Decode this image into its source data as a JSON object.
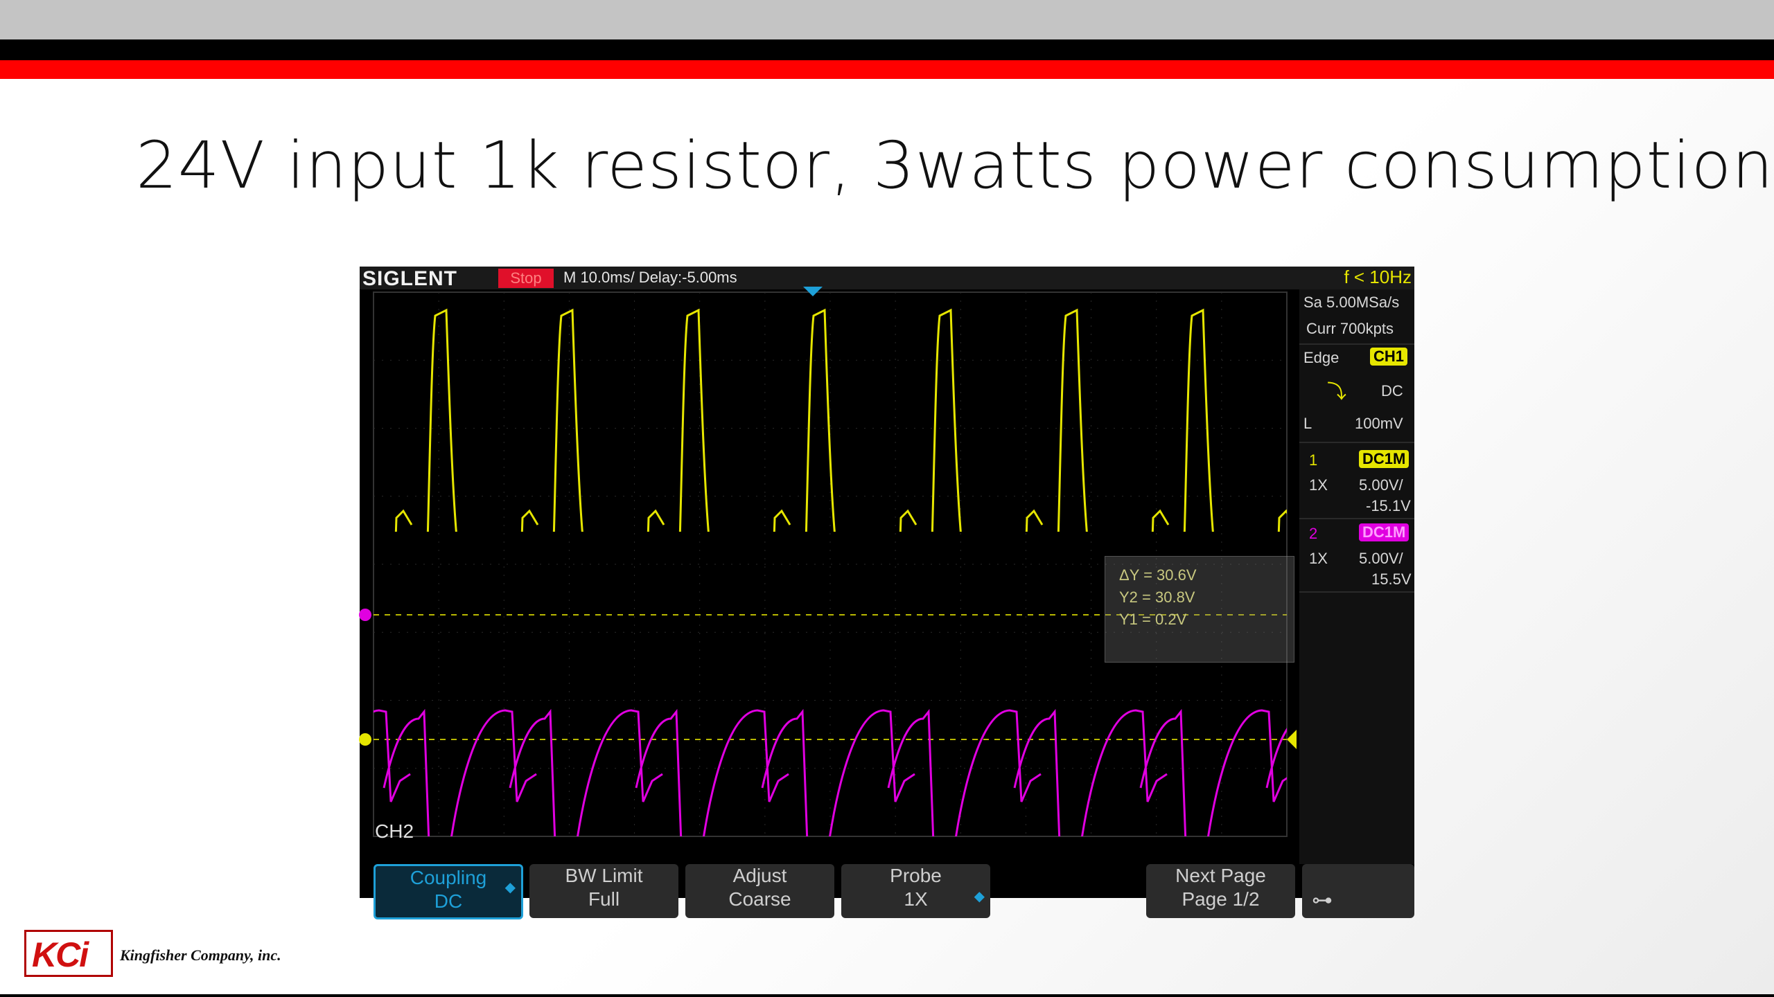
{
  "slide": {
    "title": "24V input 1k resistor, 3watts power consumption"
  },
  "scope": {
    "brand": "SIGLENT",
    "run_state": "Stop",
    "timebase": "M 10.0ms/ Delay:-5.00ms",
    "frequency": "f < 10Hz",
    "sample_rate": "Sa 5.00MSa/s",
    "memory_depth": "Curr 700kpts",
    "trigger": {
      "type": "Edge",
      "source": "CH1",
      "coupling": "DC",
      "level_label": "L",
      "level": "100mV"
    },
    "channels": [
      {
        "number": "1",
        "coupling": "DC1M",
        "probe": "1X",
        "scale": "5.00V/",
        "offset": "-15.1V",
        "color": "#e6e600"
      },
      {
        "number": "2",
        "coupling": "DC1M",
        "probe": "1X",
        "scale": "5.00V/",
        "offset": "15.5V",
        "color": "#e000e0"
      }
    ],
    "cursors": {
      "delta_y": "ΔY = 30.6V",
      "y2": "Y2 = 30.8V",
      "y1": "Y1 = 0.2V"
    },
    "menu_channel": "CH2",
    "softkeys": [
      {
        "line1": "Coupling",
        "line2": "DC",
        "active": true
      },
      {
        "line1": "BW Limit",
        "line2": "Full",
        "active": false
      },
      {
        "line1": "Adjust",
        "line2": "Coarse",
        "active": false
      },
      {
        "line1": "Probe",
        "line2": "1X",
        "active": false
      },
      {
        "line1": "Next Page",
        "line2": "Page 1/2",
        "active": false
      }
    ],
    "network_icon": "network-icon"
  },
  "logo": {
    "letters": "KCi",
    "company": "Kingfisher Company, inc."
  }
}
